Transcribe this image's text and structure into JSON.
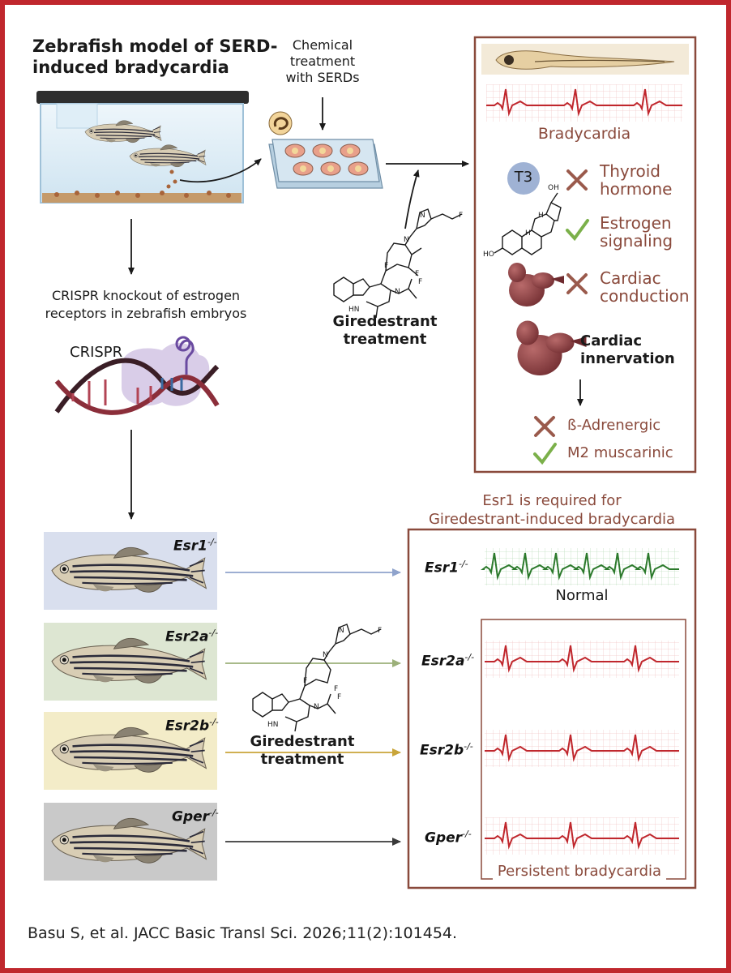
{
  "title": "Zebrafish model of SERD-induced bradycardia",
  "title_lines": [
    "Zebrafish model of SERD-",
    "induced bradycardia"
  ],
  "chemical_treatment_lines": [
    "Chemical",
    "treatment",
    "with SERDs"
  ],
  "crispr_caption_lines": [
    "CRISPR knockout of estrogen",
    "receptors in zebrafish embryos"
  ],
  "crispr_label": "CRISPR",
  "giredestrant_label_lines": [
    "Giredestrant",
    "treatment"
  ],
  "drug_atoms": {
    "nh": "HN",
    "n": "N",
    "f": "F",
    "h": "H"
  },
  "steroid_atoms": {
    "oh": "OH",
    "ho": "HO",
    "h": "H"
  },
  "findings": {
    "phenotype": "Bradycardia",
    "t3_badge": "T3",
    "items": [
      {
        "label_lines": [
          "Thyroid",
          "hormone"
        ],
        "mark": "cross"
      },
      {
        "label_lines": [
          "Estrogen",
          "signaling"
        ],
        "mark": "check"
      },
      {
        "label_lines": [
          "Cardiac",
          "conduction"
        ],
        "mark": "cross"
      }
    ],
    "innervation_lines": [
      "Cardiac",
      "innervation"
    ],
    "receptors": [
      {
        "label": "ß-Adrenergic",
        "mark": "cross"
      },
      {
        "label": "M2 muscarinic",
        "mark": "check"
      }
    ]
  },
  "result_heading_lines": [
    "Esr1 is required for",
    "Giredestrant-induced bradycardia"
  ],
  "knockouts": [
    {
      "gene": "Esr1",
      "sup": "-/-",
      "bg": "#d9dfee",
      "arrow": "#8fa3cc",
      "result": "Normal"
    },
    {
      "gene": "Esr2a",
      "sup": "-/-",
      "bg": "#dde6d2",
      "arrow": "#9cb07a",
      "result": ""
    },
    {
      "gene": "Esr2b",
      "sup": "-/-",
      "bg": "#f3ecc8",
      "arrow": "#c9a53a",
      "result": ""
    },
    {
      "gene": "Gper",
      "sup": "-/-",
      "bg": "#c9c9c9",
      "arrow": "#3a3a3a",
      "result": ""
    }
  ],
  "persistent_label": "Persistent bradycardia",
  "citation": "Basu S, et al. JACC Basic Transl Sci. 2026;11(2):101454.",
  "colors": {
    "frame": "#c0272d",
    "accent": "#8a4a3c",
    "ecg_red": "#c0272d",
    "ecg_green": "#2c7a2c",
    "check": "#7bb04a",
    "cross": "#9a5a4c"
  }
}
